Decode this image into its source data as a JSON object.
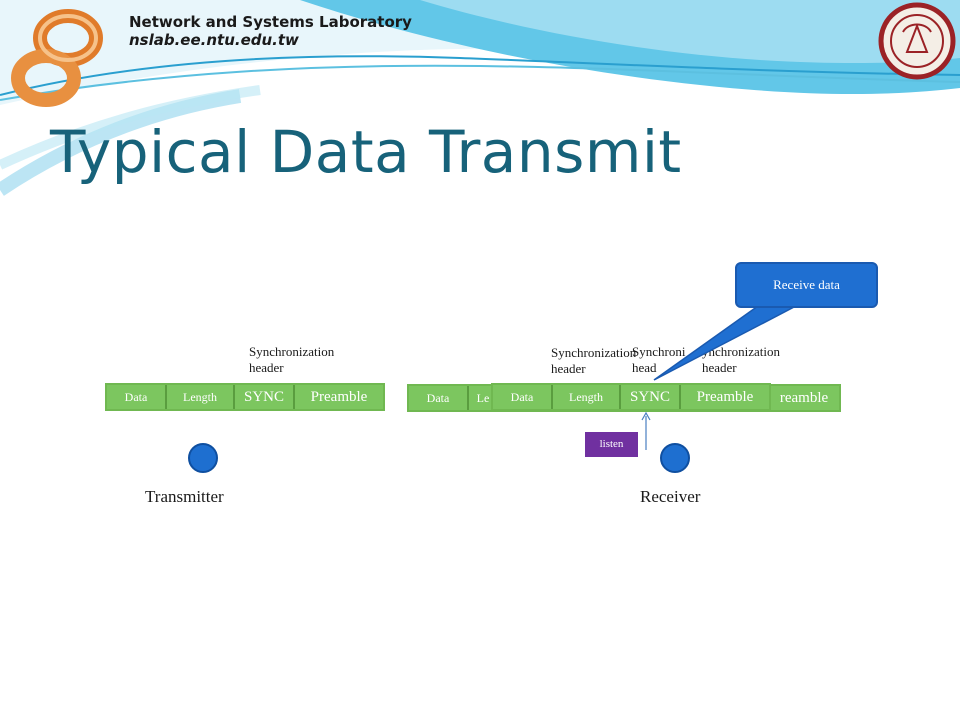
{
  "header": {
    "lab_name": "Network and Systems Laboratory",
    "lab_url": "nslab.ee.ntu.edu.tw",
    "logo_icon": "infinity-8-logo-icon",
    "seal_icon": "university-seal-icon"
  },
  "title": "Typical Data Transmit",
  "transmitter": {
    "label": "Transmitter",
    "sync_note": [
      "Synchronization",
      "header"
    ],
    "frame": [
      "Data",
      "Length",
      "SYNC",
      "Preamble"
    ]
  },
  "receiver": {
    "label": "Receiver",
    "back_frame": [
      "Data",
      "Le",
      "reamble"
    ],
    "front_frame": [
      "Data",
      "Length",
      "SYNC",
      "Preamble"
    ],
    "sync_notes": [
      [
        "Synchronization",
        "header"
      ],
      [
        "Synchroni",
        "head"
      ],
      [
        "ynchronization",
        "header"
      ]
    ],
    "listen_label": "listen",
    "callout": "Receive data"
  },
  "colors": {
    "title": "#17627a",
    "frame_fill": "#7cc65f",
    "node": "#1e6fd0",
    "listen": "#7030a0",
    "callout": "#1f6fd1"
  }
}
